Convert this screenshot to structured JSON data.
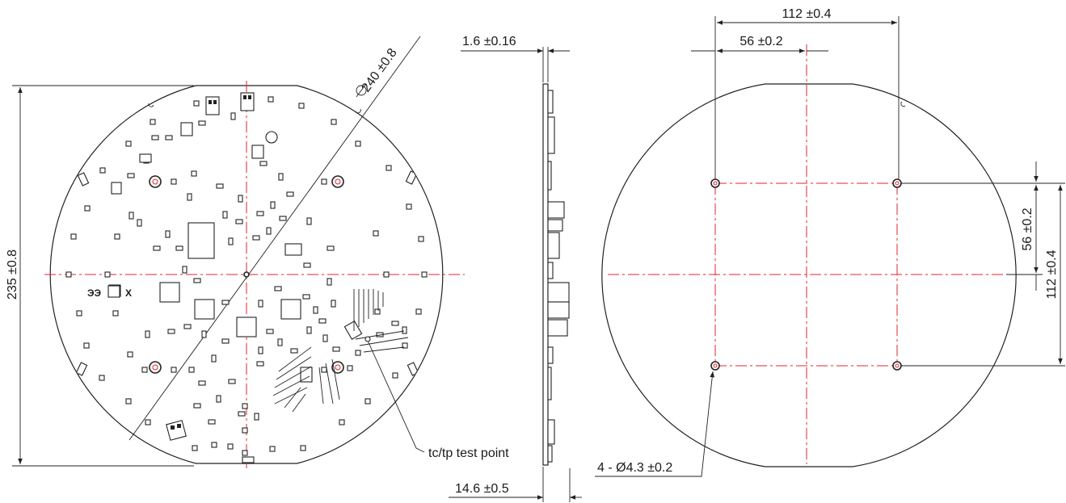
{
  "front_view": {
    "height_label": "235 ±0.8",
    "diameter_label": "240 ±0.8",
    "testpoint_label": "tc/tp test point"
  },
  "side_view": {
    "thickness_label": "1.6 ±0.16",
    "overall_label": "14.6 ±0.5"
  },
  "hole_view": {
    "horizontal_outer_label": "112 ±0.4",
    "horizontal_inner_label": "56 ±0.2",
    "vertical_inner_label": "56 ±0.2",
    "vertical_outer_label": "112 ±0.4",
    "holes_label": "4 - Ø4.3 ±0.2"
  },
  "colors": {
    "outline": "#222222",
    "centerline": "#e0262b"
  }
}
